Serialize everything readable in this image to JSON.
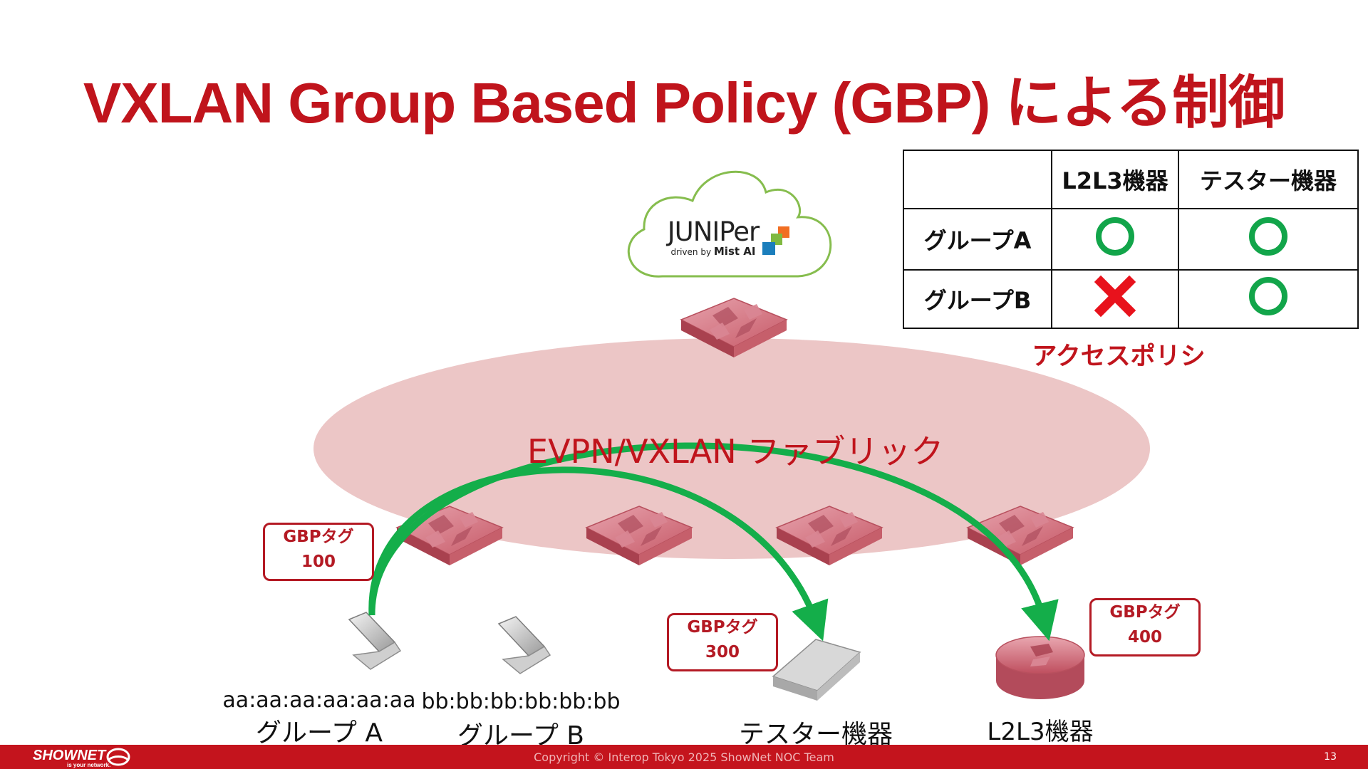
{
  "title": "VXLAN Group Based Policy (GBP) による制御",
  "fabric_label": "EVPN/VXLAN ファブリック",
  "cloud": {
    "brand": "JUNIPer",
    "tagline_prefix": "driven by",
    "tagline_brand": "Mist AI"
  },
  "policy_table": {
    "headers": [
      "",
      "L2L3機器",
      "テスター機器"
    ],
    "rows": [
      {
        "group": "グループA",
        "cells": [
          "allow",
          "allow"
        ]
      },
      {
        "group": "グループB",
        "cells": [
          "deny",
          "allow"
        ]
      }
    ],
    "caption": "アクセスポリシ"
  },
  "tags": [
    {
      "title": "GBPタグ",
      "value": "100"
    },
    {
      "title": "GBPタグ",
      "value": "300"
    },
    {
      "title": "GBPタグ",
      "value": "400"
    }
  ],
  "devices": {
    "client_a": {
      "mac": "aa:aa:aa:aa:aa:aa",
      "group": "グループ A"
    },
    "client_b": {
      "mac": "bb:bb:bb:bb:bb:bb",
      "group": "グループ B"
    },
    "tester": {
      "label": "テスター機器"
    },
    "l2l3": {
      "label": "L2L3機器"
    }
  },
  "footer": {
    "logo": "SHOWNET",
    "logo_sub": "is your network.",
    "copyright": "Copyright © Interop Tokyo 2025 ShowNet NOC Team",
    "page": "13"
  },
  "colors": {
    "brand_red": "#c0141c",
    "allow_green": "#12a54a",
    "deny_red": "#e8121c",
    "fabric_fill": "#ecc6c6",
    "arrow_green": "#14ae4a"
  },
  "icons": {
    "allow": "circle-icon",
    "deny": "cross-icon"
  }
}
